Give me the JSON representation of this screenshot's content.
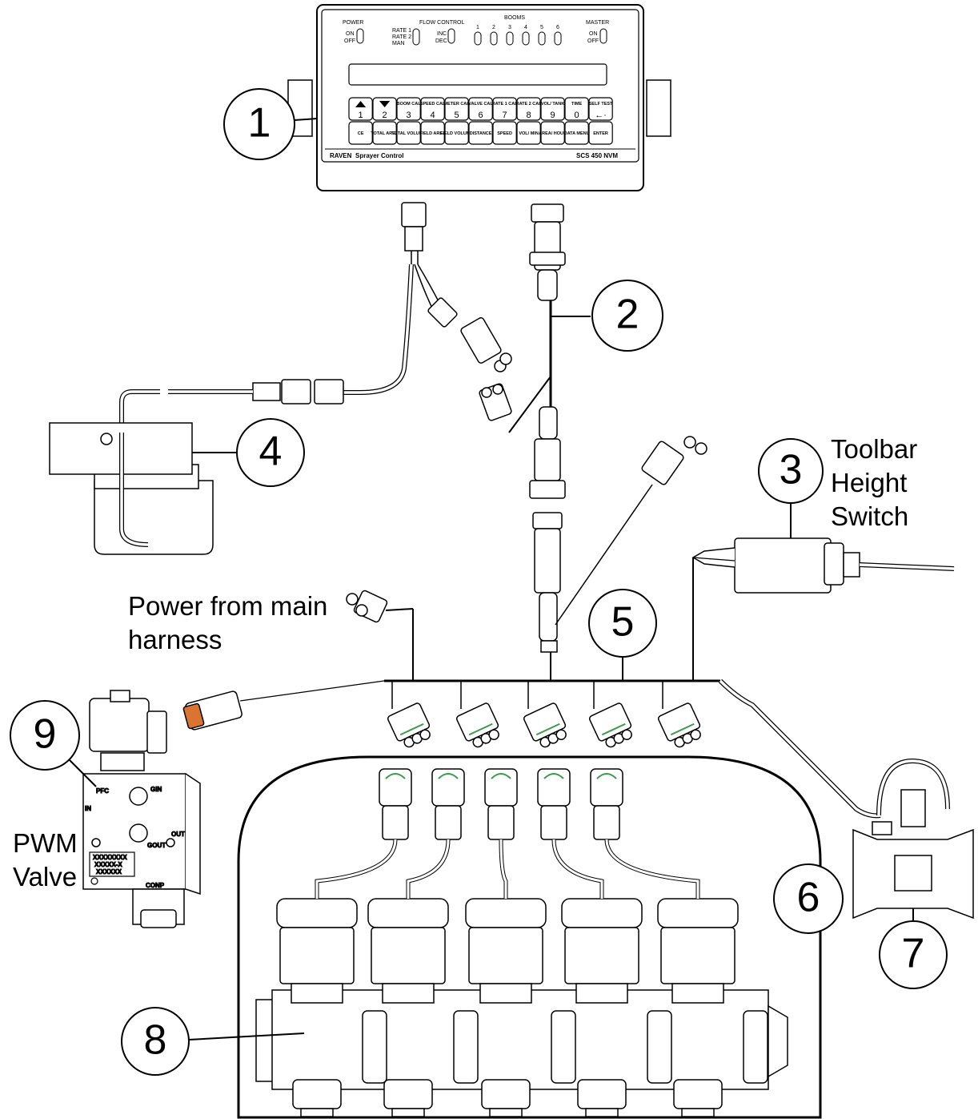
{
  "console": {
    "power_label": "POWER",
    "flow_control_label": "FLOW  CONTROL",
    "booms_label": "BOOMS",
    "master_label": "MASTER",
    "on_label": "ON",
    "off_label": "OFF",
    "rate1_label": "RATE  1",
    "rate2_label": "RATE  2",
    "man_label": "MAN",
    "inc_label": "INC",
    "dec_label": "DEC",
    "boom_numbers": [
      "1",
      "2",
      "3",
      "4",
      "5",
      "6"
    ],
    "keys_row1": [
      {
        "top": "",
        "num": "1"
      },
      {
        "top": "",
        "num": "2"
      },
      {
        "top": "BOOM CAL",
        "num": "3"
      },
      {
        "top": "SPEED CAL",
        "num": "4"
      },
      {
        "top": "METER CAL",
        "num": "5"
      },
      {
        "top": "VALVE CAL",
        "num": "6"
      },
      {
        "top": "RATE 1 CAL",
        "num": "7"
      },
      {
        "top": "RATE 2 CAL",
        "num": "8"
      },
      {
        "top": "VOL/ TANK",
        "num": "9"
      },
      {
        "top": "TIME",
        "num": "0"
      },
      {
        "top": "SELF TEST",
        "num": "←·"
      }
    ],
    "keys_row2": [
      "CE",
      "TOTAL AREA",
      "TOTAL VOLUME",
      "FIELD AREA",
      "FIELD VOLUME",
      "DISTANCE",
      "SPEED",
      "VOL/ MIN",
      "AREA/ HOUR",
      "DATA MENU",
      "ENTER"
    ],
    "brand": "RAVEN",
    "product": "Sprayer Control",
    "model": "SCS 450 NVM"
  },
  "callouts": [
    "1",
    "2",
    "3",
    "4",
    "5",
    "6",
    "7",
    "8",
    "9"
  ],
  "captions": {
    "toolbar": [
      "Toolbar",
      "Height",
      "Switch"
    ],
    "power": [
      "Power from main",
      "harness"
    ],
    "pwm": [
      "PWM",
      "Valve"
    ]
  },
  "valve_labels": {
    "pfc": "PFC",
    "gin": "GIN",
    "in": "IN",
    "out": "OUT",
    "gout": "GOUT",
    "conp": "CONP",
    "serial1": "XXXXXXXX",
    "serial2": "XXXXX-X",
    "serial3": "XXXXXX"
  }
}
